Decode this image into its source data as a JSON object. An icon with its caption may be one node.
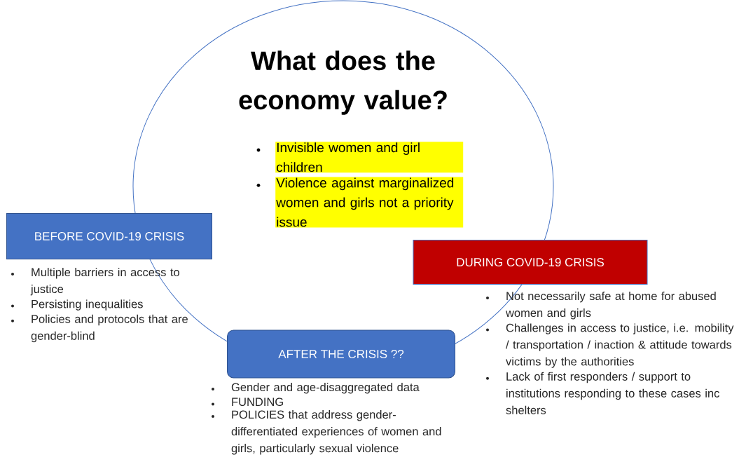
{
  "diagram": {
    "nodes": [
      {
        "text": [
          "What does the economy value?",
          "Invisible women and girl children",
          "Violence against marginalized women and girls not a priority issue"
        ]
      },
      {
        "text": [
          "BEFORE COVID-19 CRISIS"
        ],
        "beside": [
          "Multiple barriers in access to justice",
          "Persisting inequalities",
          "Policies and protocols that are gender-blind"
        ]
      },
      {
        "text": [
          "DURING COVID-19 CRISIS"
        ],
        "beside": [
          "Not necessarily safe at home for abused women and girls",
          "Challenges in access to justice, i.e. mobility / transportation / inaction & attitude towards victims by the authorities",
          "Lack of first responders / support to institutions responding to these cases inc shelters"
        ]
      },
      {
        "text": [
          "AFTER THE CRISIS ??"
        ],
        "beside": [
          "Gender and age-disaggregated data",
          "FUNDING",
          "POLICIES that address gender-differentiated experiences of women and girls, particularly sexual violence"
        ]
      }
    ]
  }
}
